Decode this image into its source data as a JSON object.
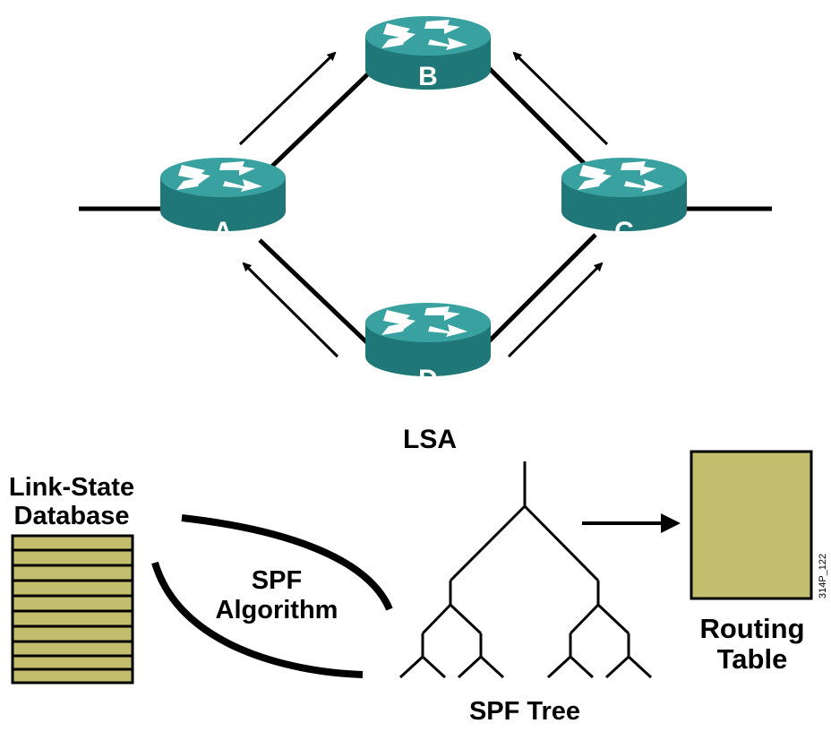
{
  "routers": [
    {
      "id": "a",
      "label": "A"
    },
    {
      "id": "b",
      "label": "B"
    },
    {
      "id": "c",
      "label": "C"
    },
    {
      "id": "d",
      "label": "D"
    }
  ],
  "labels": {
    "lsa": "LSA",
    "database_line1": "Link-State",
    "database_line2": "Database",
    "algorithm_line1": "SPF",
    "algorithm_line2": "Algorithm",
    "tree": "SPF Tree",
    "routing_line1": "Routing",
    "routing_line2": "Table",
    "figure_code": "314P_122"
  },
  "colors": {
    "router_body": "#2f8f8f",
    "router_top": "#3fa3a3",
    "router_side": "#1f6f70",
    "table_fill": "#c3be6e",
    "line": "#000000"
  },
  "icons": {
    "router": "router-icon",
    "database": "database-stack-icon",
    "routing_table": "routing-table-icon",
    "tree": "spf-tree-icon"
  }
}
